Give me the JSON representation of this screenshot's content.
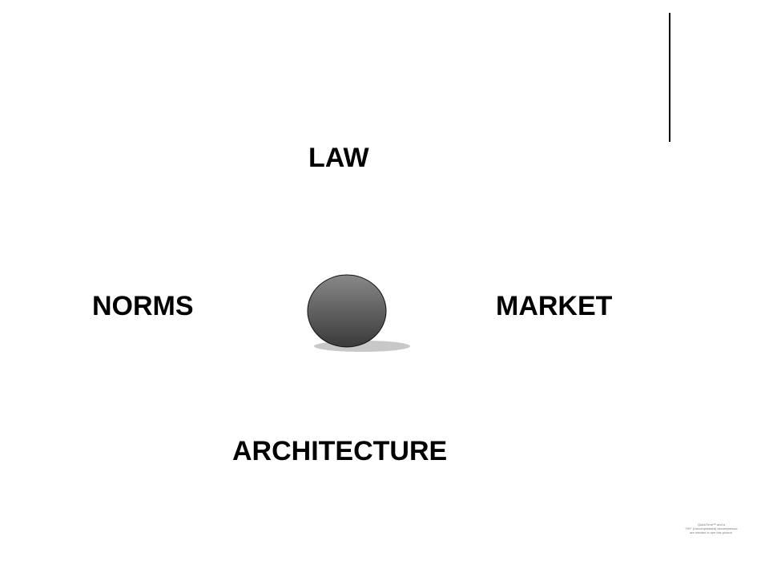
{
  "diagram": {
    "labels": {
      "law": "LAW",
      "norms": "NORMS",
      "market": "MARKET",
      "architecture": "ARCHITECTURE"
    },
    "center_dot": {
      "fill_top": "#888888",
      "fill_bottom": "#3a3a3a",
      "shadow": "#c8c8c8"
    }
  },
  "placeholder_notice": {
    "line1": "QuickTime™ and a",
    "line2": "TIFF (Uncompressed) decompressor",
    "line3": "are needed to see this picture."
  }
}
